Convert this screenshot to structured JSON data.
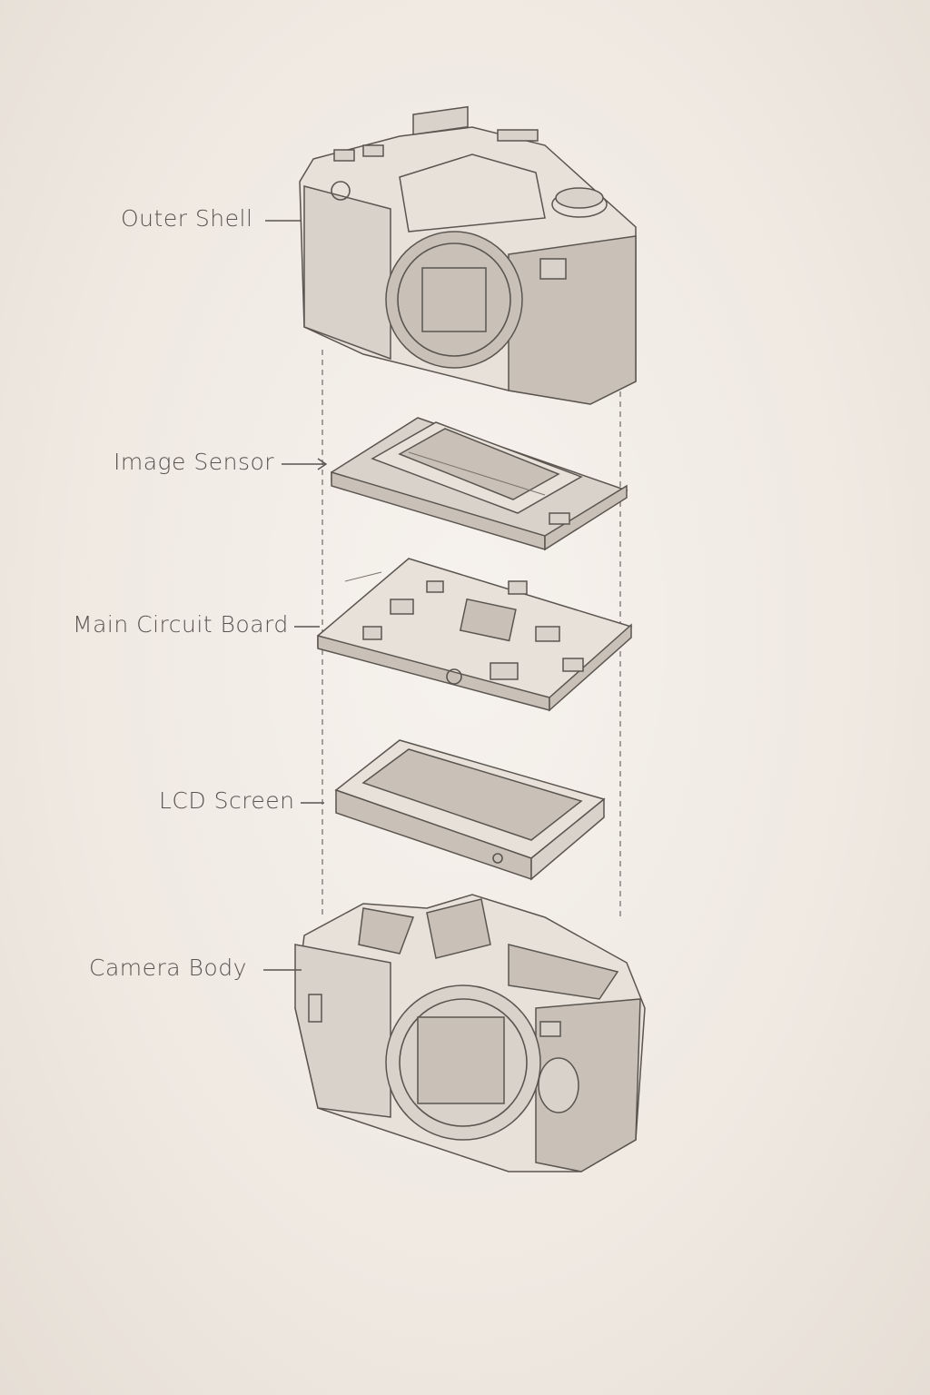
{
  "labels": {
    "outer_shell": "Outer Shell",
    "image_sensor": "Image Sensor",
    "main_circuit_board": "Main Circuit Board",
    "lcd_screen": "LCD Screen",
    "camera_body": "Camera Body"
  },
  "colors": {
    "paper": "#f0ebe5",
    "pencil": "#5b5550"
  }
}
